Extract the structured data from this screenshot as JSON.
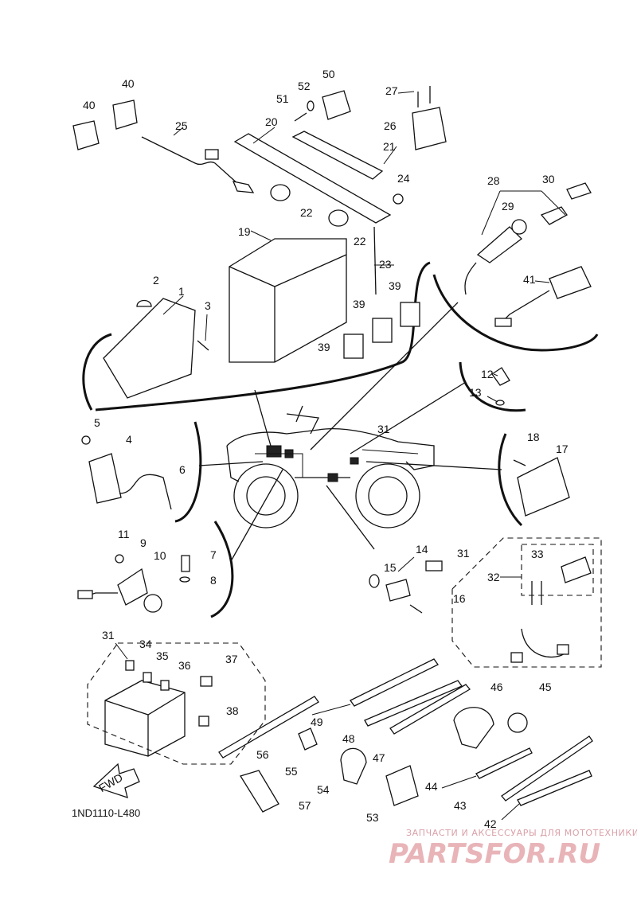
{
  "diagram_code": "1ND1110-L480",
  "fwd_arrow_label": "FWD",
  "watermark": {
    "tagline": "ЗАПЧАСТИ И АКСЕССУАРЫ ДЛЯ МОТОТЕХНИКИ",
    "logo": "PARTSFOR.RU"
  },
  "parts": {
    "p1": "1",
    "p2": "2",
    "p3": "3",
    "p4": "4",
    "p5": "5",
    "p6": "6",
    "p7": "7",
    "p8": "8",
    "p9": "9",
    "p10": "10",
    "p11": "11",
    "p12": "12",
    "p13": "13",
    "p14": "14",
    "p15": "15",
    "p16": "16",
    "p17": "17",
    "p18": "18",
    "p19": "19",
    "p20": "20",
    "p21": "21",
    "p22": "22",
    "p23": "23",
    "p24": "24",
    "p25": "25",
    "p26": "26",
    "p27": "27",
    "p28": "28",
    "p29": "29",
    "p30": "30",
    "p31": "31",
    "p32": "32",
    "p33": "33",
    "p34": "34",
    "p35": "35",
    "p36": "36",
    "p37": "37",
    "p38": "38",
    "p39": "39",
    "p40": "40",
    "p41": "41",
    "p42": "42",
    "p43": "43",
    "p44": "44",
    "p45": "45",
    "p46": "46",
    "p47": "47",
    "p48": "48",
    "p49": "49",
    "p50": "50",
    "p51": "51",
    "p52": "52",
    "p53": "53",
    "p54": "54",
    "p55": "55",
    "p56": "56",
    "p57": "57"
  }
}
